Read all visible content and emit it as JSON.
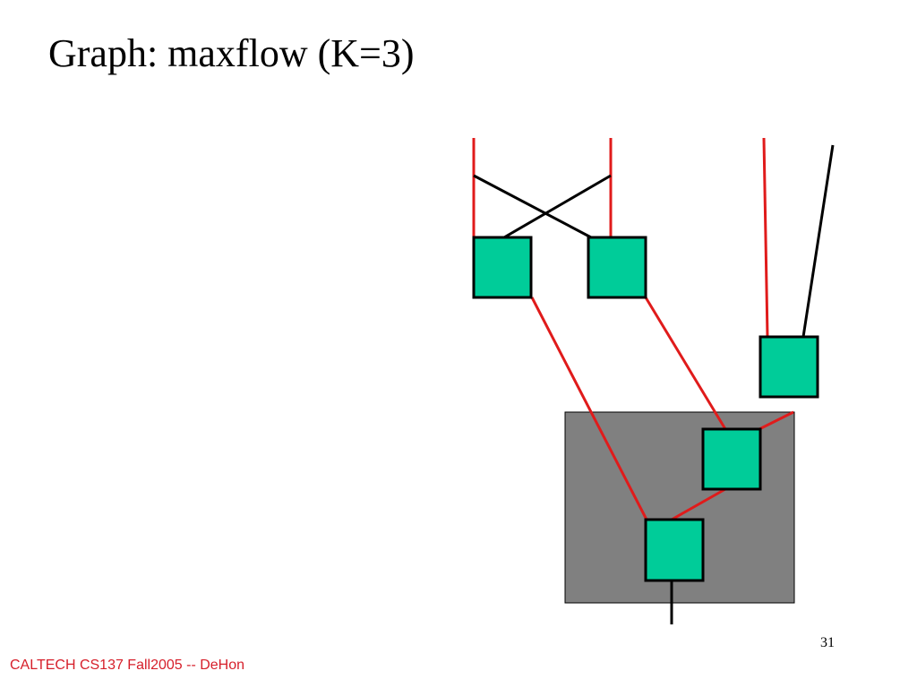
{
  "slide": {
    "title": "Graph: maxflow (K=3)",
    "page_number": "31",
    "footer": "CALTECH CS137 Fall2005 -- DeHon"
  },
  "diagram": {
    "description_type": "flow-network",
    "colors": {
      "node_fill": "#00cc99",
      "node_stroke": "#000000",
      "cut_region_fill": "#808080",
      "flow_edge": "#e01b1b",
      "plain_edge": "#000000",
      "footer_text": "#d61f2a"
    },
    "legend": "none"
  }
}
